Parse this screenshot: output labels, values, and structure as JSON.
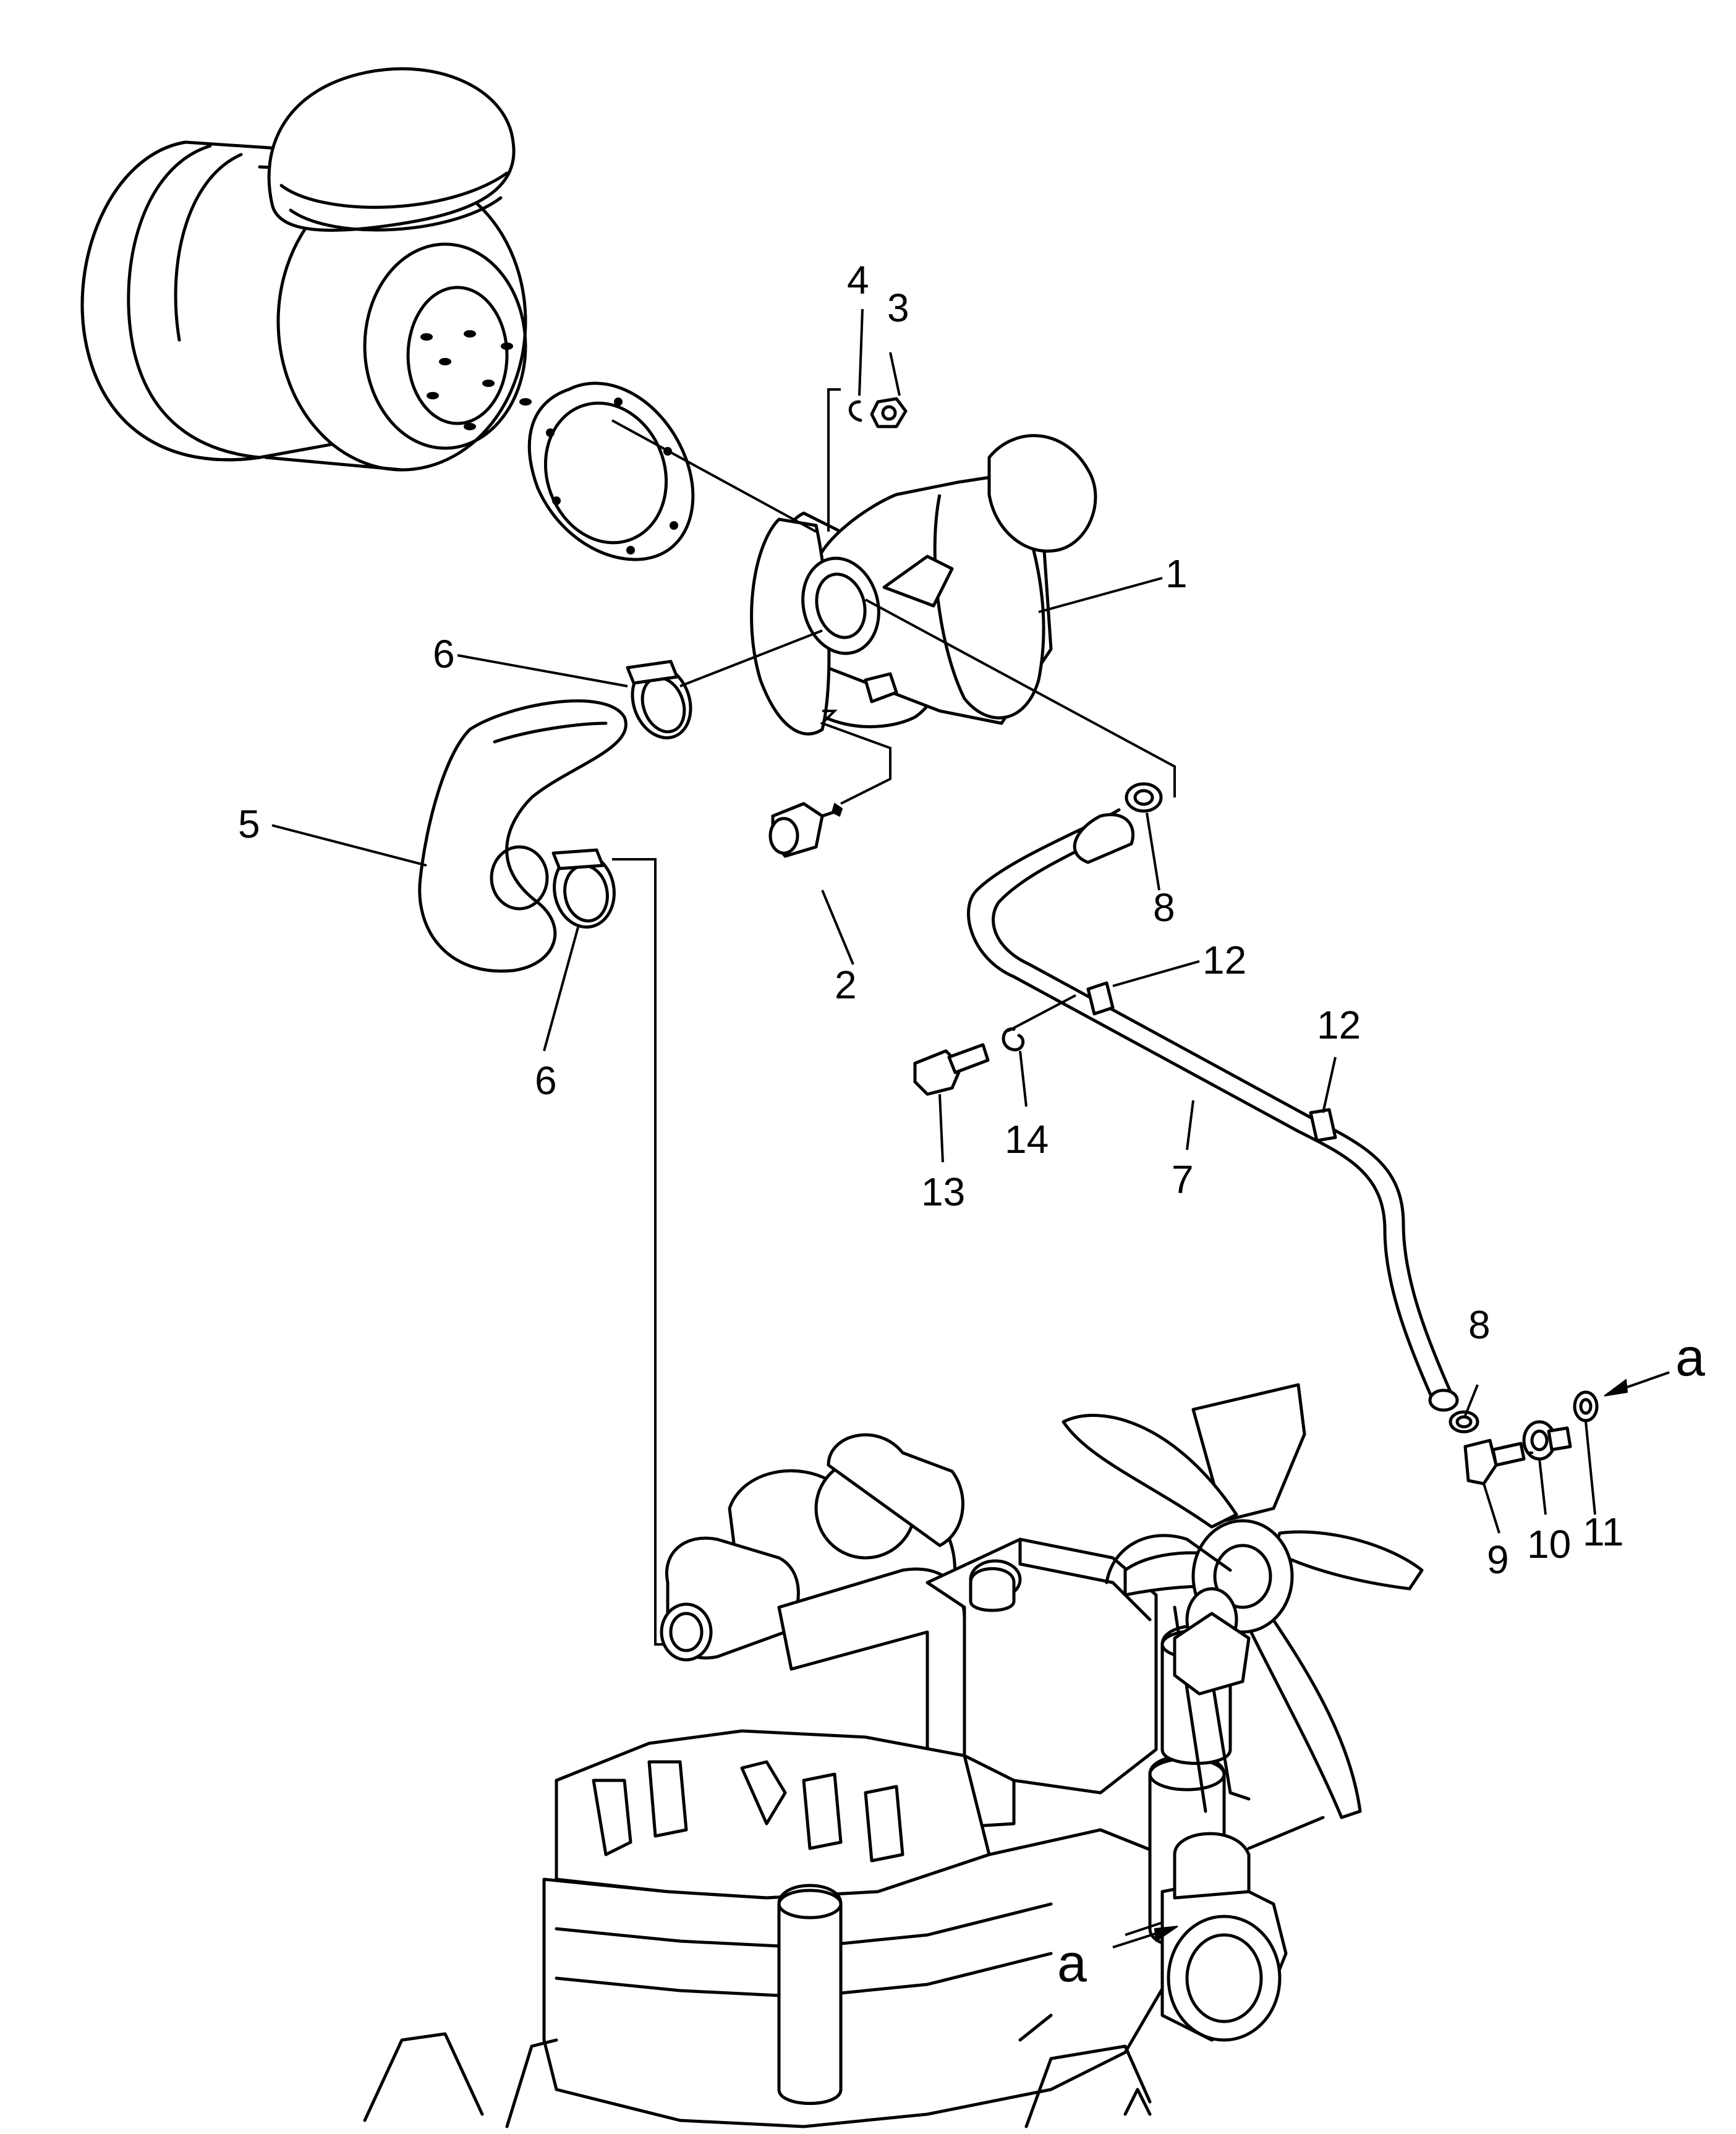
{
  "callouts": [
    {
      "id": "c1",
      "label": "1"
    },
    {
      "id": "c2",
      "label": "2"
    },
    {
      "id": "c3",
      "label": "3"
    },
    {
      "id": "c4",
      "label": "4"
    },
    {
      "id": "c5",
      "label": "5"
    },
    {
      "id": "c6a",
      "label": "6"
    },
    {
      "id": "c6b",
      "label": "6"
    },
    {
      "id": "c7",
      "label": "7"
    },
    {
      "id": "c8a",
      "label": "8"
    },
    {
      "id": "c8b",
      "label": "8"
    },
    {
      "id": "c9",
      "label": "9"
    },
    {
      "id": "c10",
      "label": "10"
    },
    {
      "id": "c11",
      "label": "11"
    },
    {
      "id": "c12a",
      "label": "12"
    },
    {
      "id": "c12b",
      "label": "12"
    },
    {
      "id": "c13",
      "label": "13"
    },
    {
      "id": "c14",
      "label": "14"
    }
  ],
  "refs": {
    "a_top": "a",
    "a_bottom": "a"
  }
}
